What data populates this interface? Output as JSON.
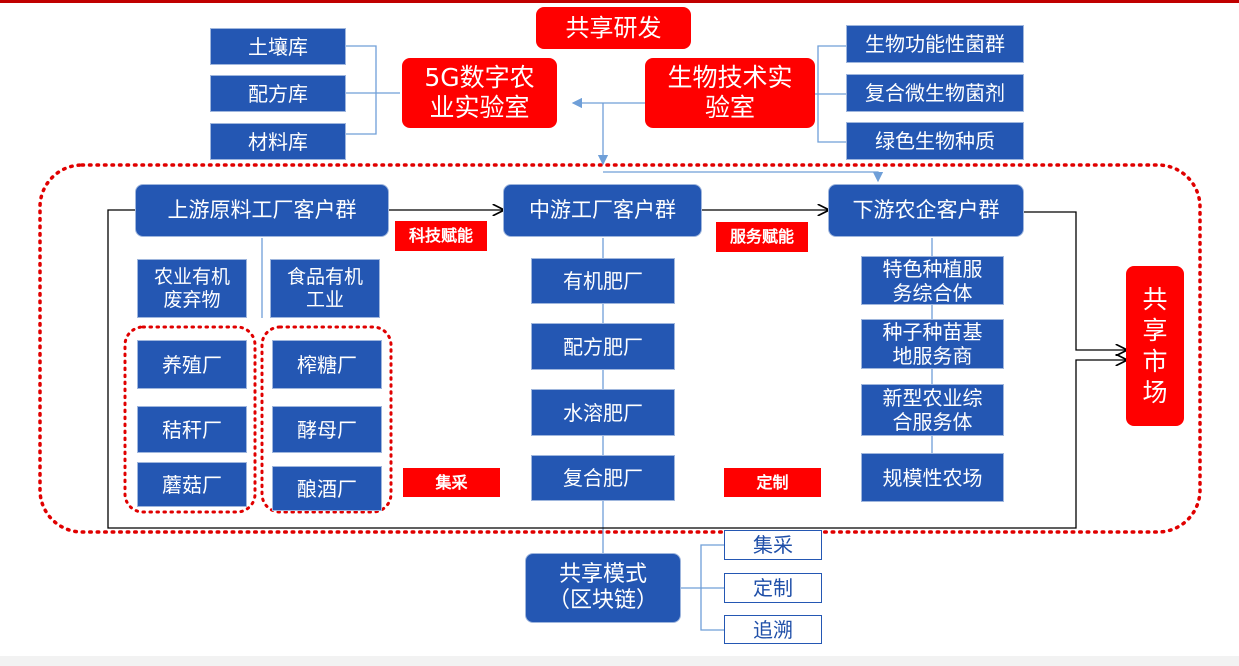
{
  "shared_rd": "共享研发",
  "lab_5g": "5G数字农\n业实验室",
  "lab_bio": "生物技术实\n验室",
  "libraries": [
    "土壤库",
    "配方库",
    "材料库"
  ],
  "bio_items": [
    "生物功能性菌群",
    "复合微生物菌剂",
    "绿色生物种质"
  ],
  "upstream": {
    "title": "上游原料工厂客户群",
    "categories": [
      "农业有机\n废弃物",
      "食品有机\n工业"
    ],
    "group_a": [
      "养殖厂",
      "秸秆厂",
      "蘑菇厂"
    ],
    "group_b": [
      "榨糖厂",
      "酵母厂",
      "酿酒厂"
    ]
  },
  "midstream": {
    "title": "中游工厂客户群",
    "items": [
      "有机肥厂",
      "配方肥厂",
      "水溶肥厂",
      "复合肥厂"
    ]
  },
  "downstream": {
    "title": "下游农企客户群",
    "items": [
      "特色种植服\n务综合体",
      "种子种苗基\n地服务商",
      "新型农业综\n合服务体",
      "规模性农场"
    ]
  },
  "tags": {
    "tech": "科技赋能",
    "service": "服务赋能",
    "jicai": "集采",
    "dingzhi": "定制"
  },
  "shared_market": "共\n享\n市\n场",
  "shared_mode": "共享模式\n（区块链）",
  "mode_items": [
    "集采",
    "定制",
    "追溯"
  ],
  "colors": {
    "blue": "#2457b3",
    "red": "#ff0000",
    "dotted": "#e00000",
    "line": "#6f9fd8"
  }
}
